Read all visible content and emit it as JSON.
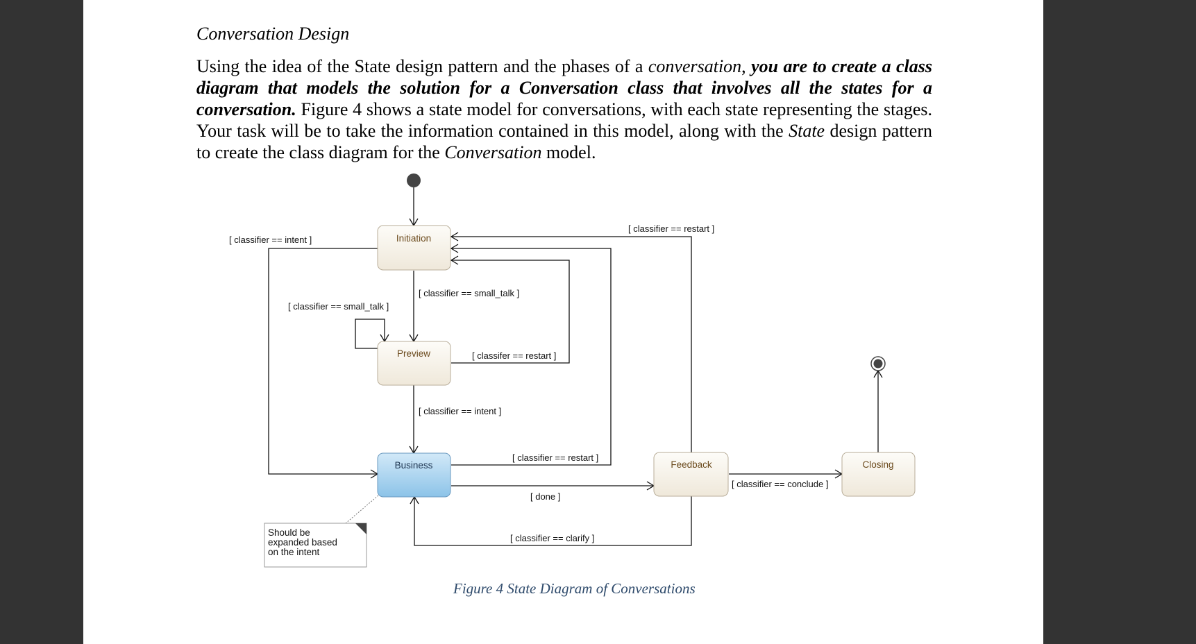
{
  "document": {
    "heading": "Conversation Design",
    "paragraph": {
      "p1": "Using the idea of the State design pattern and the phases of a ",
      "p1_italic": "conversation",
      "p2": ", ",
      "p2_bold": "you are to create a class diagram that models the solution for a Conversation class that involves all the states for a conversation.",
      "p3": " Figure 4 shows a state model for conversations, with each state representing the stages. Your task will be to take the information contained in this model, along with the ",
      "p3_italic": "State",
      "p4": " design pattern to create the class diagram for the ",
      "p4_italic": "Conversation",
      "p5": " model."
    },
    "caption": "Figure 4 State Diagram of Conversations"
  },
  "diagram": {
    "states": {
      "initiation": "Initiation",
      "preview": "Preview",
      "business": "Business",
      "feedback": "Feedback",
      "closing": "Closing"
    },
    "transitions": {
      "intent_left": "[ classifier == intent ]",
      "small_talk_self": "[ classifier == small_talk ]",
      "small_talk_down": "[ classifier == small_talk ]",
      "restart_preview": "[ classifer == restart ]",
      "intent_down": "[ classifier == intent ]",
      "restart_business": "[ classifier == restart ]",
      "restart_feedback": "[ classifier == restart ]",
      "done": "[ done ]",
      "clarify": "[ classifier == clarify ]",
      "conclude": "[ classifier == conclude ]"
    },
    "note": {
      "line1": "Should be",
      "line2": "expanded based",
      "line3": "on the intent"
    },
    "colors": {
      "state_fill_top": "#fdfcf8",
      "state_fill_bottom": "#efe8da",
      "business_fill_top": "#d2e9f8",
      "business_fill_bottom": "#8cc3e8",
      "caption": "#2e4a6b"
    }
  }
}
